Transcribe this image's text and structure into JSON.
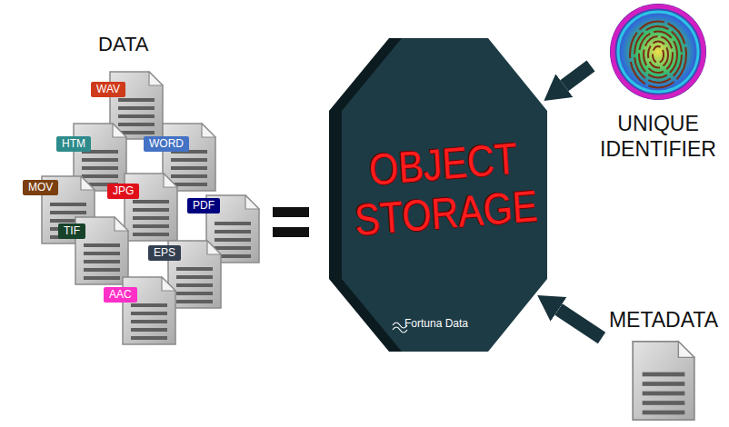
{
  "diagram": {
    "nodes": [
      {
        "text": [
          "OBJECT STORAGE"
        ]
      },
      {
        "text": [
          "UNIQUE IDENTIFIER"
        ]
      },
      {
        "text": [
          "METADATA"
        ]
      }
    ],
    "edges": [
      {
        "from": 1,
        "to": 0,
        "arrow": "to"
      },
      {
        "from": 2,
        "to": 0,
        "arrow": "to"
      }
    ],
    "labels": [
      "DATA",
      "WAV",
      "HTM",
      "WORD",
      "MOV",
      "JPG",
      "PDF",
      "TIF",
      "EPS",
      "AAC",
      "Fortuna Data"
    ]
  }
}
